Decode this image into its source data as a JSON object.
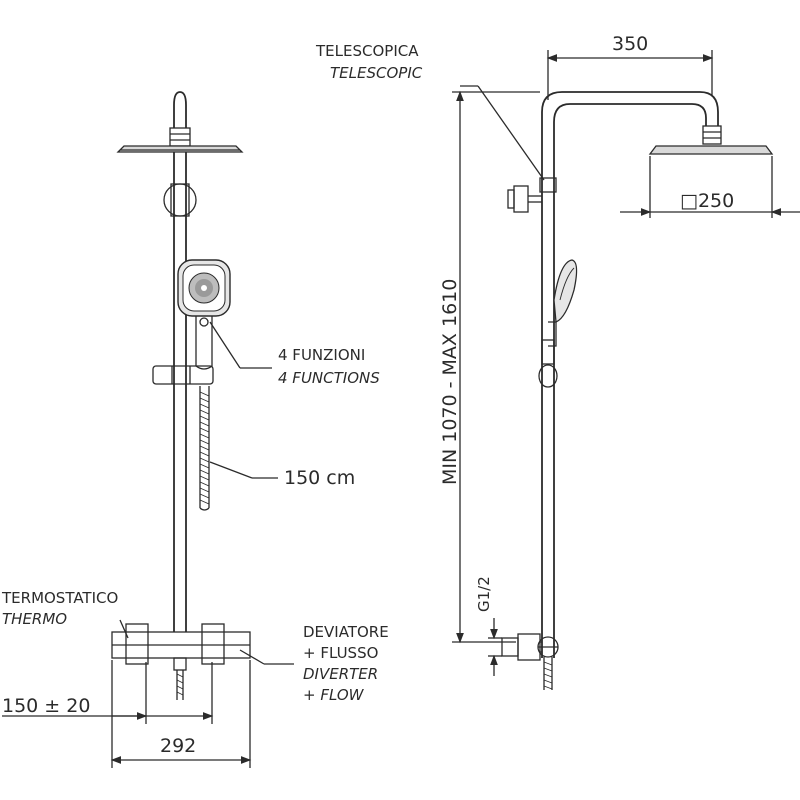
{
  "left_view": {
    "termostatico": "TERMOSTATICO",
    "thermo": "THERMO",
    "funzioni": "4 FUNZIONI",
    "functions": "4 FUNCTIONS",
    "hose_length": "150 cm",
    "deviatore": "DEVIATORE",
    "flusso": "+ FLUSSO",
    "diverter": "DIVERTER",
    "flow": "+ FLOW",
    "inlet_spacing": "150 ± 20",
    "mixer_width": "292"
  },
  "right_view": {
    "telescopica": "TELESCOPICA",
    "telescopic": "TELESCOPIC",
    "arm_length": "350",
    "head_size": "□250",
    "height_range": "MIN 1070 - MAX 1610",
    "thread": "G1/2"
  }
}
